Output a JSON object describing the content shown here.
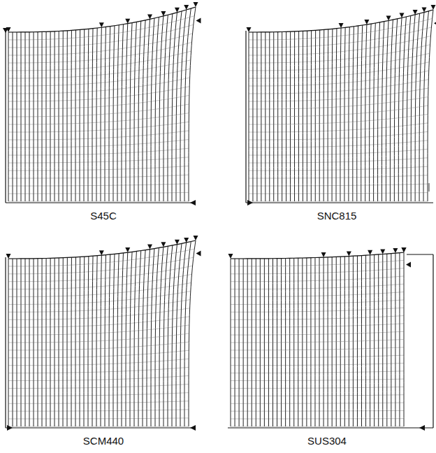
{
  "diagram": {
    "labels": [
      "S45C",
      "SNC815",
      "SCM440",
      "SUS304"
    ]
  }
}
